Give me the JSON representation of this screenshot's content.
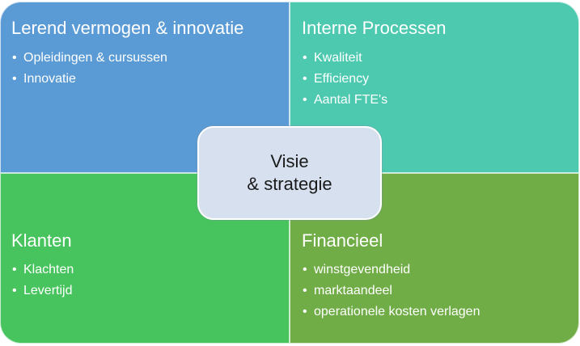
{
  "colors": {
    "top_left": "#5b9bd5",
    "top_right": "#4dc9b0",
    "bottom_left": "#48c45e",
    "bottom_right": "#70ad47",
    "center": "#d6e0ee"
  },
  "quadrants": {
    "top_left": {
      "title": "Lerend vermogen & innovatie",
      "items": [
        "Opleidingen & cursussen",
        "Innovatie"
      ]
    },
    "top_right": {
      "title": "Interne Processen",
      "items": [
        "Kwaliteit",
        "Efficiency",
        "Aantal FTE's"
      ]
    },
    "bottom_left": {
      "title": "Klanten",
      "items": [
        "Klachten",
        "Levertijd"
      ]
    },
    "bottom_right": {
      "title": "Financieel",
      "items": [
        "winstgevendheid",
        "marktaandeel",
        "operationele kosten verlagen"
      ]
    }
  },
  "center": {
    "line1": "Visie",
    "line2": "& strategie"
  }
}
